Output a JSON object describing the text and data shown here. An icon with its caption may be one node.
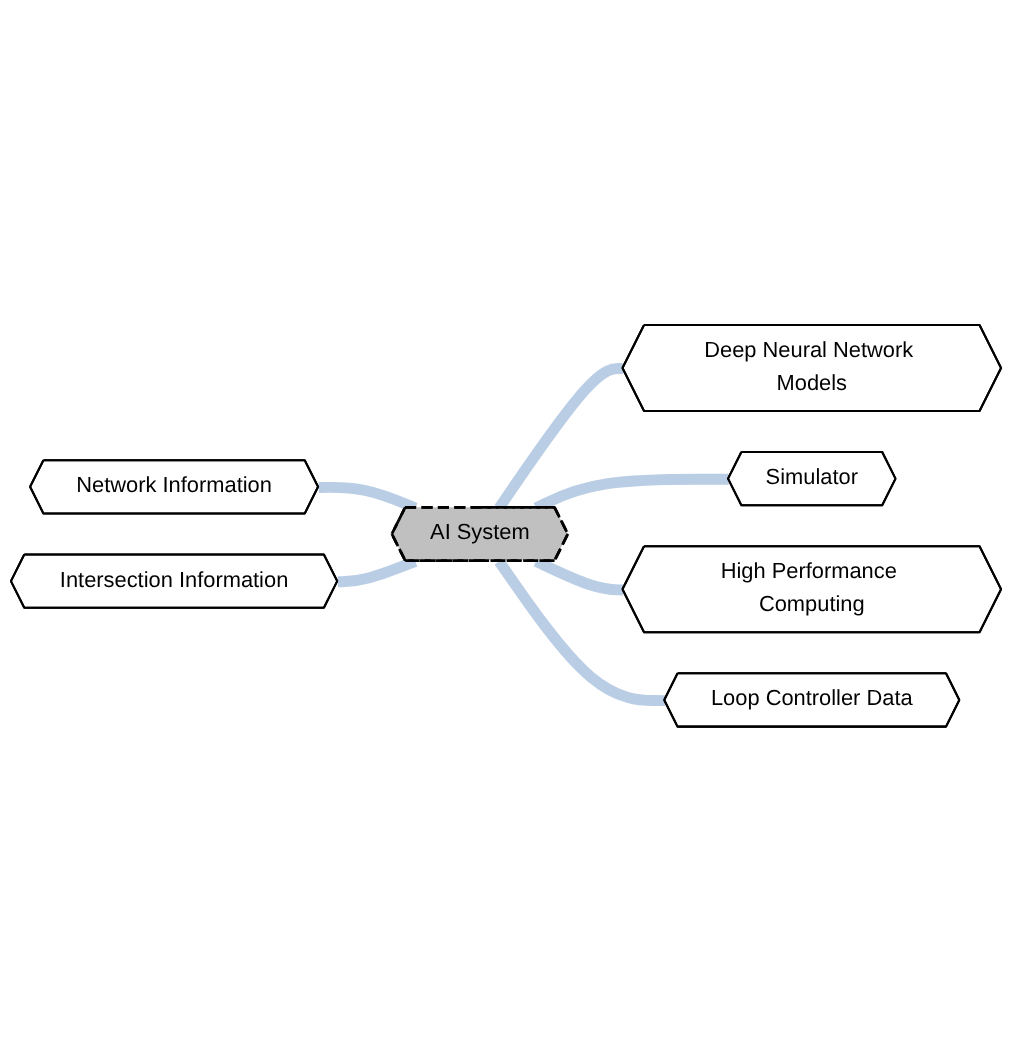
{
  "diagram": {
    "nodes": [
      {
        "text": [
          "Deep Neural Network Models"
        ]
      },
      {
        "text": [
          "Network Information"
        ]
      },
      {
        "text": [
          "Simulator"
        ]
      },
      {
        "text": [
          "AI System"
        ]
      },
      {
        "text": [
          "Intersection Information"
        ]
      },
      {
        "text": [
          "High Performance Computing"
        ]
      },
      {
        "text": [
          "Loop Controller Data"
        ]
      }
    ],
    "edges": [
      {
        "from": 1,
        "to": 3,
        "arrow": "none"
      },
      {
        "from": 4,
        "to": 3,
        "arrow": "none"
      },
      {
        "from": 3,
        "to": 0,
        "arrow": "none"
      },
      {
        "from": 3,
        "to": 2,
        "arrow": "none"
      },
      {
        "from": 3,
        "to": 5,
        "arrow": "none"
      },
      {
        "from": 3,
        "to": 6,
        "arrow": "none"
      }
    ]
  }
}
